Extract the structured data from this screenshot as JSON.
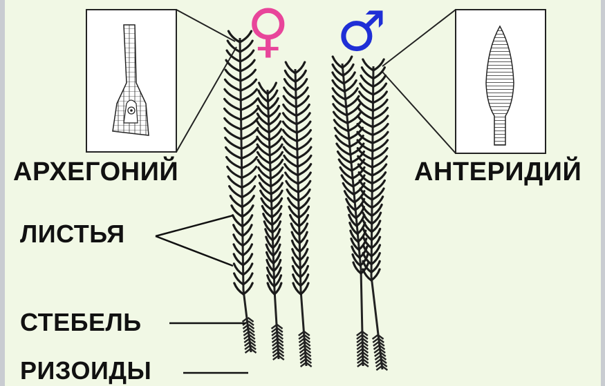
{
  "labels": {
    "archegonium": "АРХЕГОНИЙ",
    "antheridium": "АНТЕРИДИЙ",
    "leaves": "ЛИСТЬЯ",
    "stem": "СТЕБЕЛЬ",
    "rhizoids": "РИЗОИДЫ"
  },
  "symbols": {
    "female": "♀",
    "male": "♂"
  },
  "colors": {
    "background": "#f1f8e5",
    "female": "#e8459a",
    "male": "#1f2fd6",
    "ink": "#111111"
  }
}
